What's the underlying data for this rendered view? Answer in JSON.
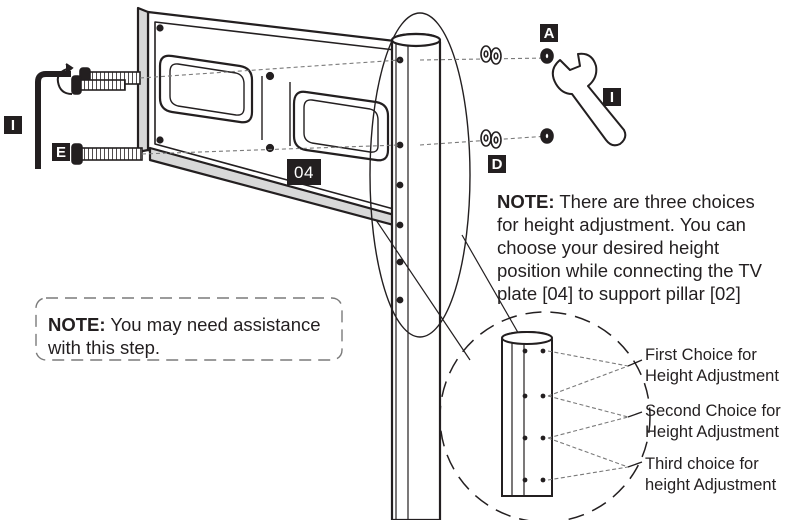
{
  "labels": {
    "A": "A",
    "D": "D",
    "E": "E",
    "I_left": "I",
    "I_right": "I",
    "plate": "04"
  },
  "note_height": {
    "prefix": "NOTE:",
    "line1": " There are three choices",
    "line2": "for height adjustment. You can",
    "line3": "choose your desired height",
    "line4": "position while connecting the TV",
    "line5": "plate [04] to support pillar [02]"
  },
  "note_assist": {
    "prefix": "NOTE:",
    "line1": " You may need assistance",
    "line2": "with this step."
  },
  "choices": [
    {
      "line1": "First Choice for",
      "line2": "Height Adjustment"
    },
    {
      "line1": "Second Choice for",
      "line2": "Height Adjustment"
    },
    {
      "line1": "Third choice for",
      "line2": "height Adjustment"
    }
  ],
  "colors": {
    "ink": "#231f20",
    "background": "#ffffff",
    "plate_fill": "#f2f2f2",
    "dash": "#7a7a7a"
  }
}
